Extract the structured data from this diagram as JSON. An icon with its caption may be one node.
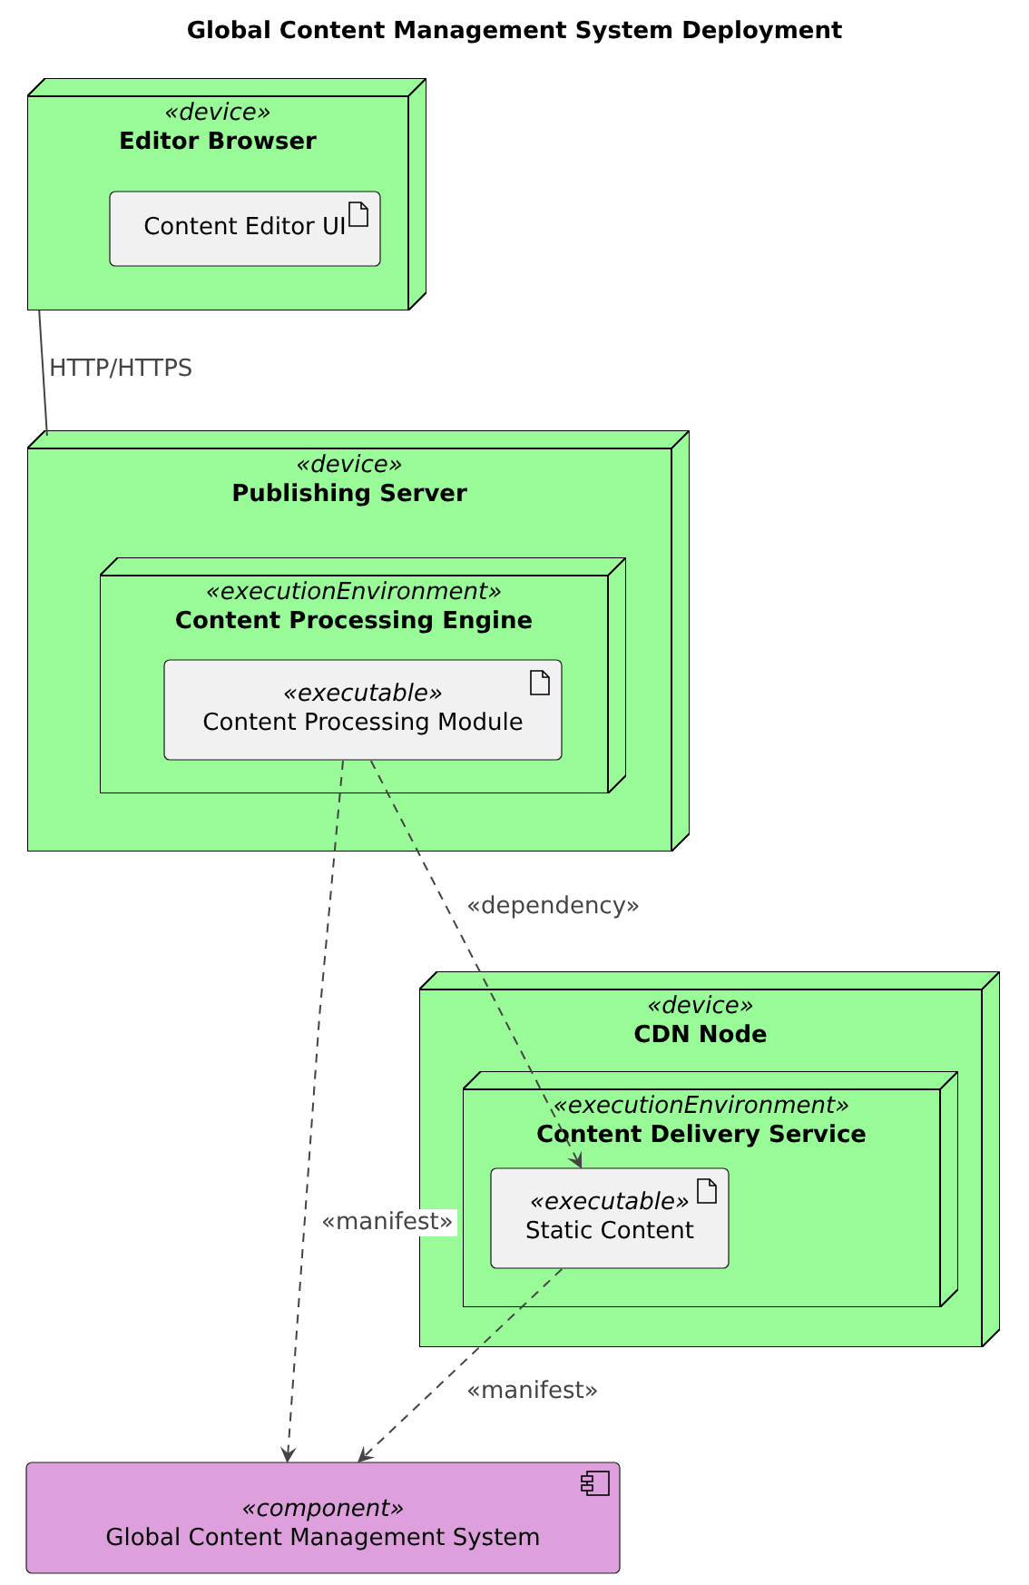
{
  "diagram": {
    "title": "Global Content Management System Deployment",
    "nodes": [
      {
        "text": [
          "«device»",
          "Editor Browser"
        ]
      },
      {
        "text": [
          "Content Editor UI"
        ],
        "in": 0
      },
      {
        "text": [
          "«device»",
          "Publishing Server"
        ]
      },
      {
        "text": [
          "«executionEnvironment»",
          "Content Processing Engine"
        ],
        "in": 2
      },
      {
        "text": [
          "«executable»",
          "Content Processing Module"
        ],
        "in": 3
      },
      {
        "text": [
          "«device»",
          "CDN Node"
        ]
      },
      {
        "text": [
          "«executionEnvironment»",
          "Content Delivery Service"
        ],
        "in": 5
      },
      {
        "text": [
          "«executable»",
          "Static Content"
        ],
        "in": 6
      },
      {
        "text": [
          "«component»",
          "Global Content Management System"
        ]
      }
    ],
    "edges": [
      {
        "from": 0,
        "to": 2,
        "arrow": "none",
        "label": "HTTP/HTTPS"
      },
      {
        "from": 4,
        "to": 7,
        "arrow": "to",
        "style": "dashed",
        "label": "«dependency»"
      },
      {
        "from": 4,
        "to": 8,
        "arrow": "to",
        "style": "dashed",
        "label": "«manifest»"
      },
      {
        "from": 7,
        "to": 8,
        "arrow": "to",
        "style": "dashed",
        "label": "«manifest»"
      }
    ]
  }
}
